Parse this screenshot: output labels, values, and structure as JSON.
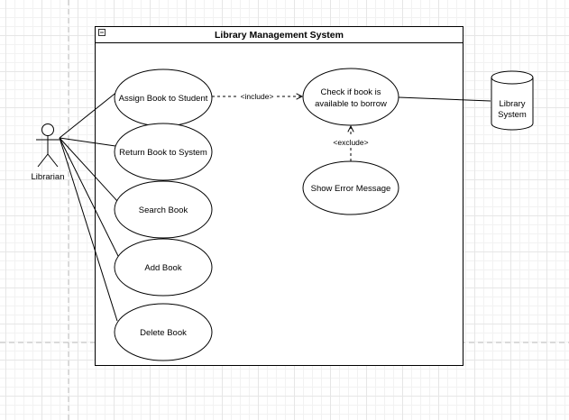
{
  "system": {
    "title": "Library Management System"
  },
  "actor": {
    "name": "Librarian"
  },
  "use_cases": {
    "assign": "Assign Book to Student",
    "return": "Return Book to System",
    "search": "Search Book",
    "add": "Add Book",
    "delete": "Delete Book",
    "check_line1": "Check if book is",
    "check_line2": "available to borrow",
    "error": "Show Error Message"
  },
  "relations": {
    "include": "<include>",
    "exclude": "<exclude>"
  },
  "external": {
    "line1": "Library",
    "line2": "System"
  }
}
